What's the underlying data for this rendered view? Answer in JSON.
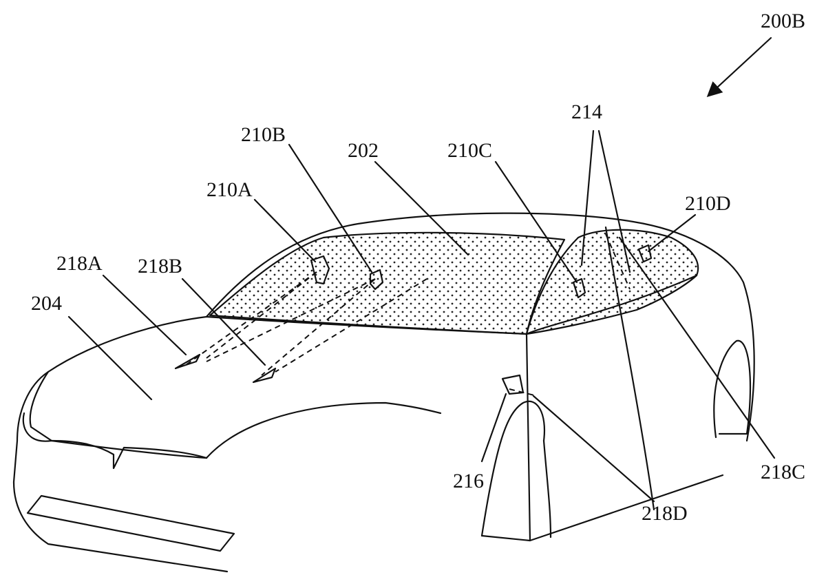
{
  "figure": {
    "id_label": "200B",
    "labels": {
      "l214": "214",
      "l210B": "210B",
      "l202": "202",
      "l210C": "210C",
      "l210A": "210A",
      "l210D": "210D",
      "l218A": "218A",
      "l218B": "218B",
      "l204": "204",
      "l216": "216",
      "l218D": "218D",
      "l218C": "218C"
    },
    "colors": {
      "ink": "#111111",
      "paper": "#ffffff"
    }
  }
}
